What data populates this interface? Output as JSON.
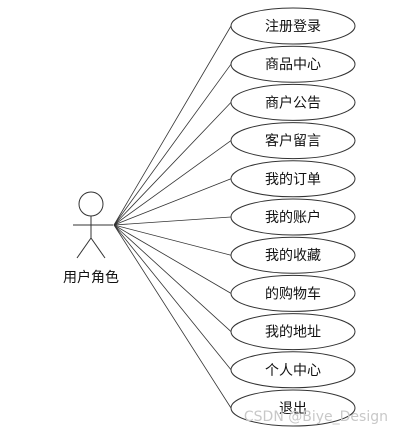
{
  "actor": {
    "label": "用户角色"
  },
  "use_cases": [
    {
      "label": "注册登录"
    },
    {
      "label": "商品中心"
    },
    {
      "label": "商户公告"
    },
    {
      "label": "客户留言"
    },
    {
      "label": "我的订单"
    },
    {
      "label": "我的账户"
    },
    {
      "label": "我的收藏"
    },
    {
      "label": "的购物车"
    },
    {
      "label": "我的地址"
    },
    {
      "label": "个人中心"
    },
    {
      "label": "退出"
    }
  ],
  "watermark": "CSDN @Biye_Design",
  "colors": {
    "stroke": "#333333",
    "ellipse_fill": "#ffffff",
    "text": "#111111"
  }
}
